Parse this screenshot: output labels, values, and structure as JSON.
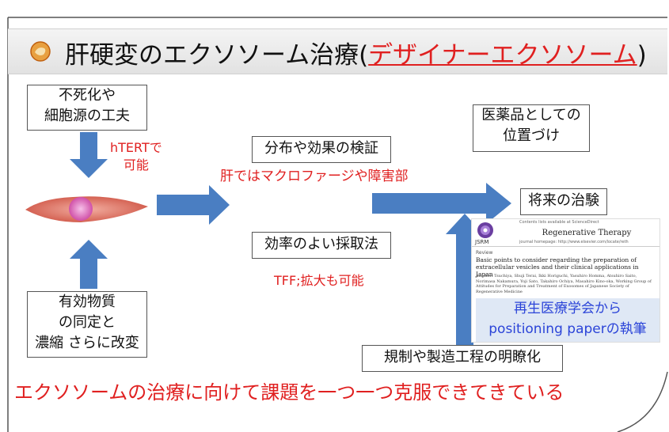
{
  "title": {
    "prefix": "肝硬変のエクソソーム治療(",
    "highlight": "デザイナーエクソソーム",
    "suffix": ")"
  },
  "boxes": {
    "immortalize": [
      "不死化や",
      "細胞源の工夫"
    ],
    "identify": [
      "有効物質",
      "の同定と",
      "濃縮 さらに改変"
    ],
    "verify": "分布や効果の検証",
    "collection": "効率のよい採取法",
    "position": [
      "医薬品としての",
      "位置づけ"
    ],
    "trial": "将来の治験",
    "regulation": "規制や製造工程の明瞭化"
  },
  "red_notes": {
    "htert": [
      "hTERTで",
      "可能"
    ],
    "liver": "肝ではマクロファージや障害部",
    "tff": "TFF;拡大も可能"
  },
  "paper": {
    "contents_line": "Contents lists available at ScienceDirect",
    "journal": "Regenerative Therapy",
    "homepage_line": "journal homepage: http://www.elsevier.com/locate/reth",
    "society_abbr": "JSRM",
    "type": "Review",
    "title": "Basic points to consider regarding the preparation of extracellular vesicles and their clinical applications in Japan",
    "authors": "Atsunori Tsuchiya, Shuji Terai, Ikki Horiguchi, Yasuhiro Homma, Atsuhiro Saito, Norimasa Nakamura, Yoji Sato, Takahiro Ochiya, Masahiro Kino-oka, Working Group of Attitudes for Preparation and Treatment of Exosomes of Japanese Society of Regenerative Medicine"
  },
  "blue_note": [
    "再生医療学会から",
    "positioning paperの執筆"
  ],
  "bottom_message": "エクソソームの治療に向けて課題を一つ一つ克服できてきている",
  "colors": {
    "accent_red": "#e02020",
    "arrow_blue": "#4a7ec2",
    "note_blue": "#2b44d8"
  }
}
